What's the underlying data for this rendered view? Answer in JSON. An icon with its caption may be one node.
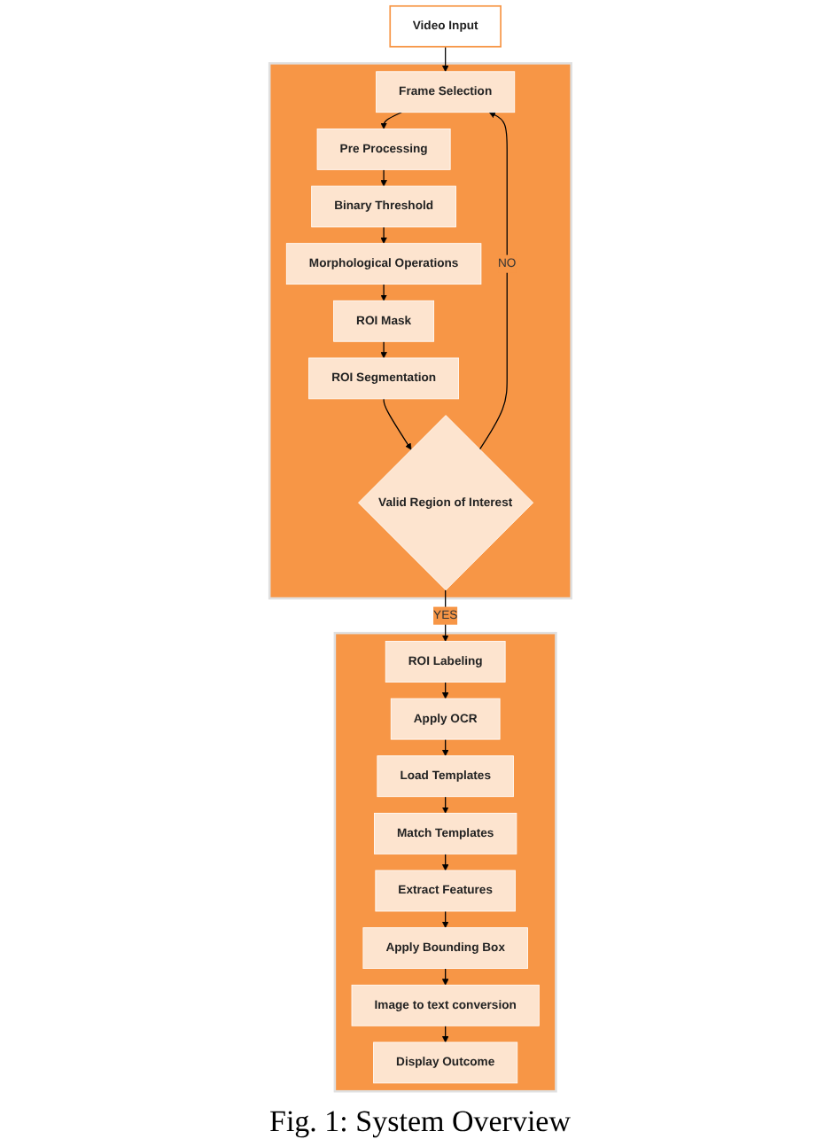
{
  "diagram": {
    "caption": "Fig. 1: System Overview",
    "nodes": [
      {
        "text": [
          "Video Input"
        ]
      },
      {
        "text": [],
        "shape": "box"
      },
      {
        "text": [
          "Frame Selection"
        ],
        "in": 1
      },
      {
        "text": [
          "Pre Processing"
        ],
        "in": 1
      },
      {
        "text": [
          "Binary Threshold"
        ],
        "in": 1
      },
      {
        "text": [
          "Morphological Operations"
        ],
        "in": 1
      },
      {
        "text": [
          "ROI Mask"
        ],
        "in": 1
      },
      {
        "text": [
          "ROI Segmentation"
        ],
        "in": 1
      },
      {
        "text": [
          "Valid Region of Interest"
        ],
        "in": 1
      },
      {
        "text": [],
        "shape": "box"
      },
      {
        "text": [
          "ROI Labeling"
        ],
        "in": 9
      },
      {
        "text": [
          "Apply OCR"
        ],
        "in": 9
      },
      {
        "text": [
          "Load Templates"
        ],
        "in": 9
      },
      {
        "text": [
          "Match Templates"
        ],
        "in": 9
      },
      {
        "text": [
          "Extract Features"
        ],
        "in": 9
      },
      {
        "text": [
          "Apply Bounding Box"
        ],
        "in": 9
      },
      {
        "text": [
          "Image to text conversion"
        ],
        "in": 9
      },
      {
        "text": [
          "Display Outcome"
        ],
        "in": 9
      }
    ],
    "edges": [
      {
        "from": 0,
        "to": 2,
        "arrow": "to"
      },
      {
        "from": 2,
        "to": 3,
        "arrow": "to"
      },
      {
        "from": 3,
        "to": 4,
        "arrow": "to"
      },
      {
        "from": 4,
        "to": 5,
        "arrow": "to"
      },
      {
        "from": 5,
        "to": 6,
        "arrow": "to"
      },
      {
        "from": 6,
        "to": 7,
        "arrow": "to"
      },
      {
        "from": 7,
        "to": 8,
        "arrow": "to"
      },
      {
        "from": 8,
        "to": 2,
        "arrow": "to",
        "label": "NO"
      },
      {
        "from": 8,
        "to": 10,
        "arrow": "to",
        "label": "YES"
      },
      {
        "from": 10,
        "to": 11,
        "arrow": "to"
      },
      {
        "from": 11,
        "to": 12,
        "arrow": "to"
      },
      {
        "from": 12,
        "to": 13,
        "arrow": "to"
      },
      {
        "from": 13,
        "to": 14,
        "arrow": "to"
      },
      {
        "from": 14,
        "to": 15,
        "arrow": "to"
      },
      {
        "from": 15,
        "to": 16,
        "arrow": "to"
      },
      {
        "from": 16,
        "to": 17,
        "arrow": "to"
      }
    ]
  }
}
